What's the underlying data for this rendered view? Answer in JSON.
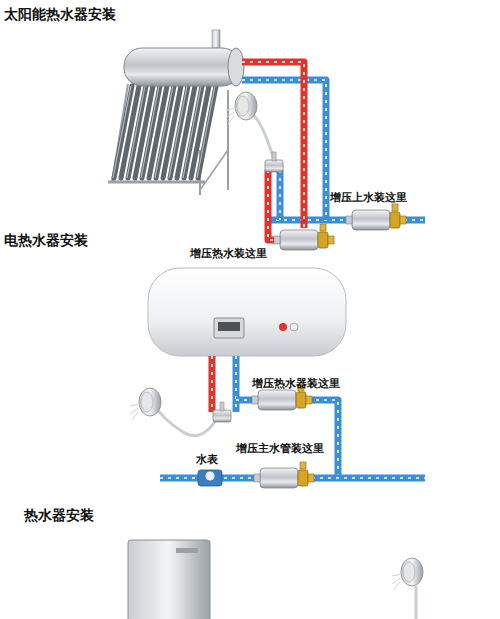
{
  "diagram": {
    "labels": [
      "太阳能热水器安装",
      "增压上水装这里",
      "电热水器安装",
      "增压热水装这里",
      "增压热水器装这里",
      "水表",
      "增压主水管装这里",
      "热水器安装"
    ]
  }
}
